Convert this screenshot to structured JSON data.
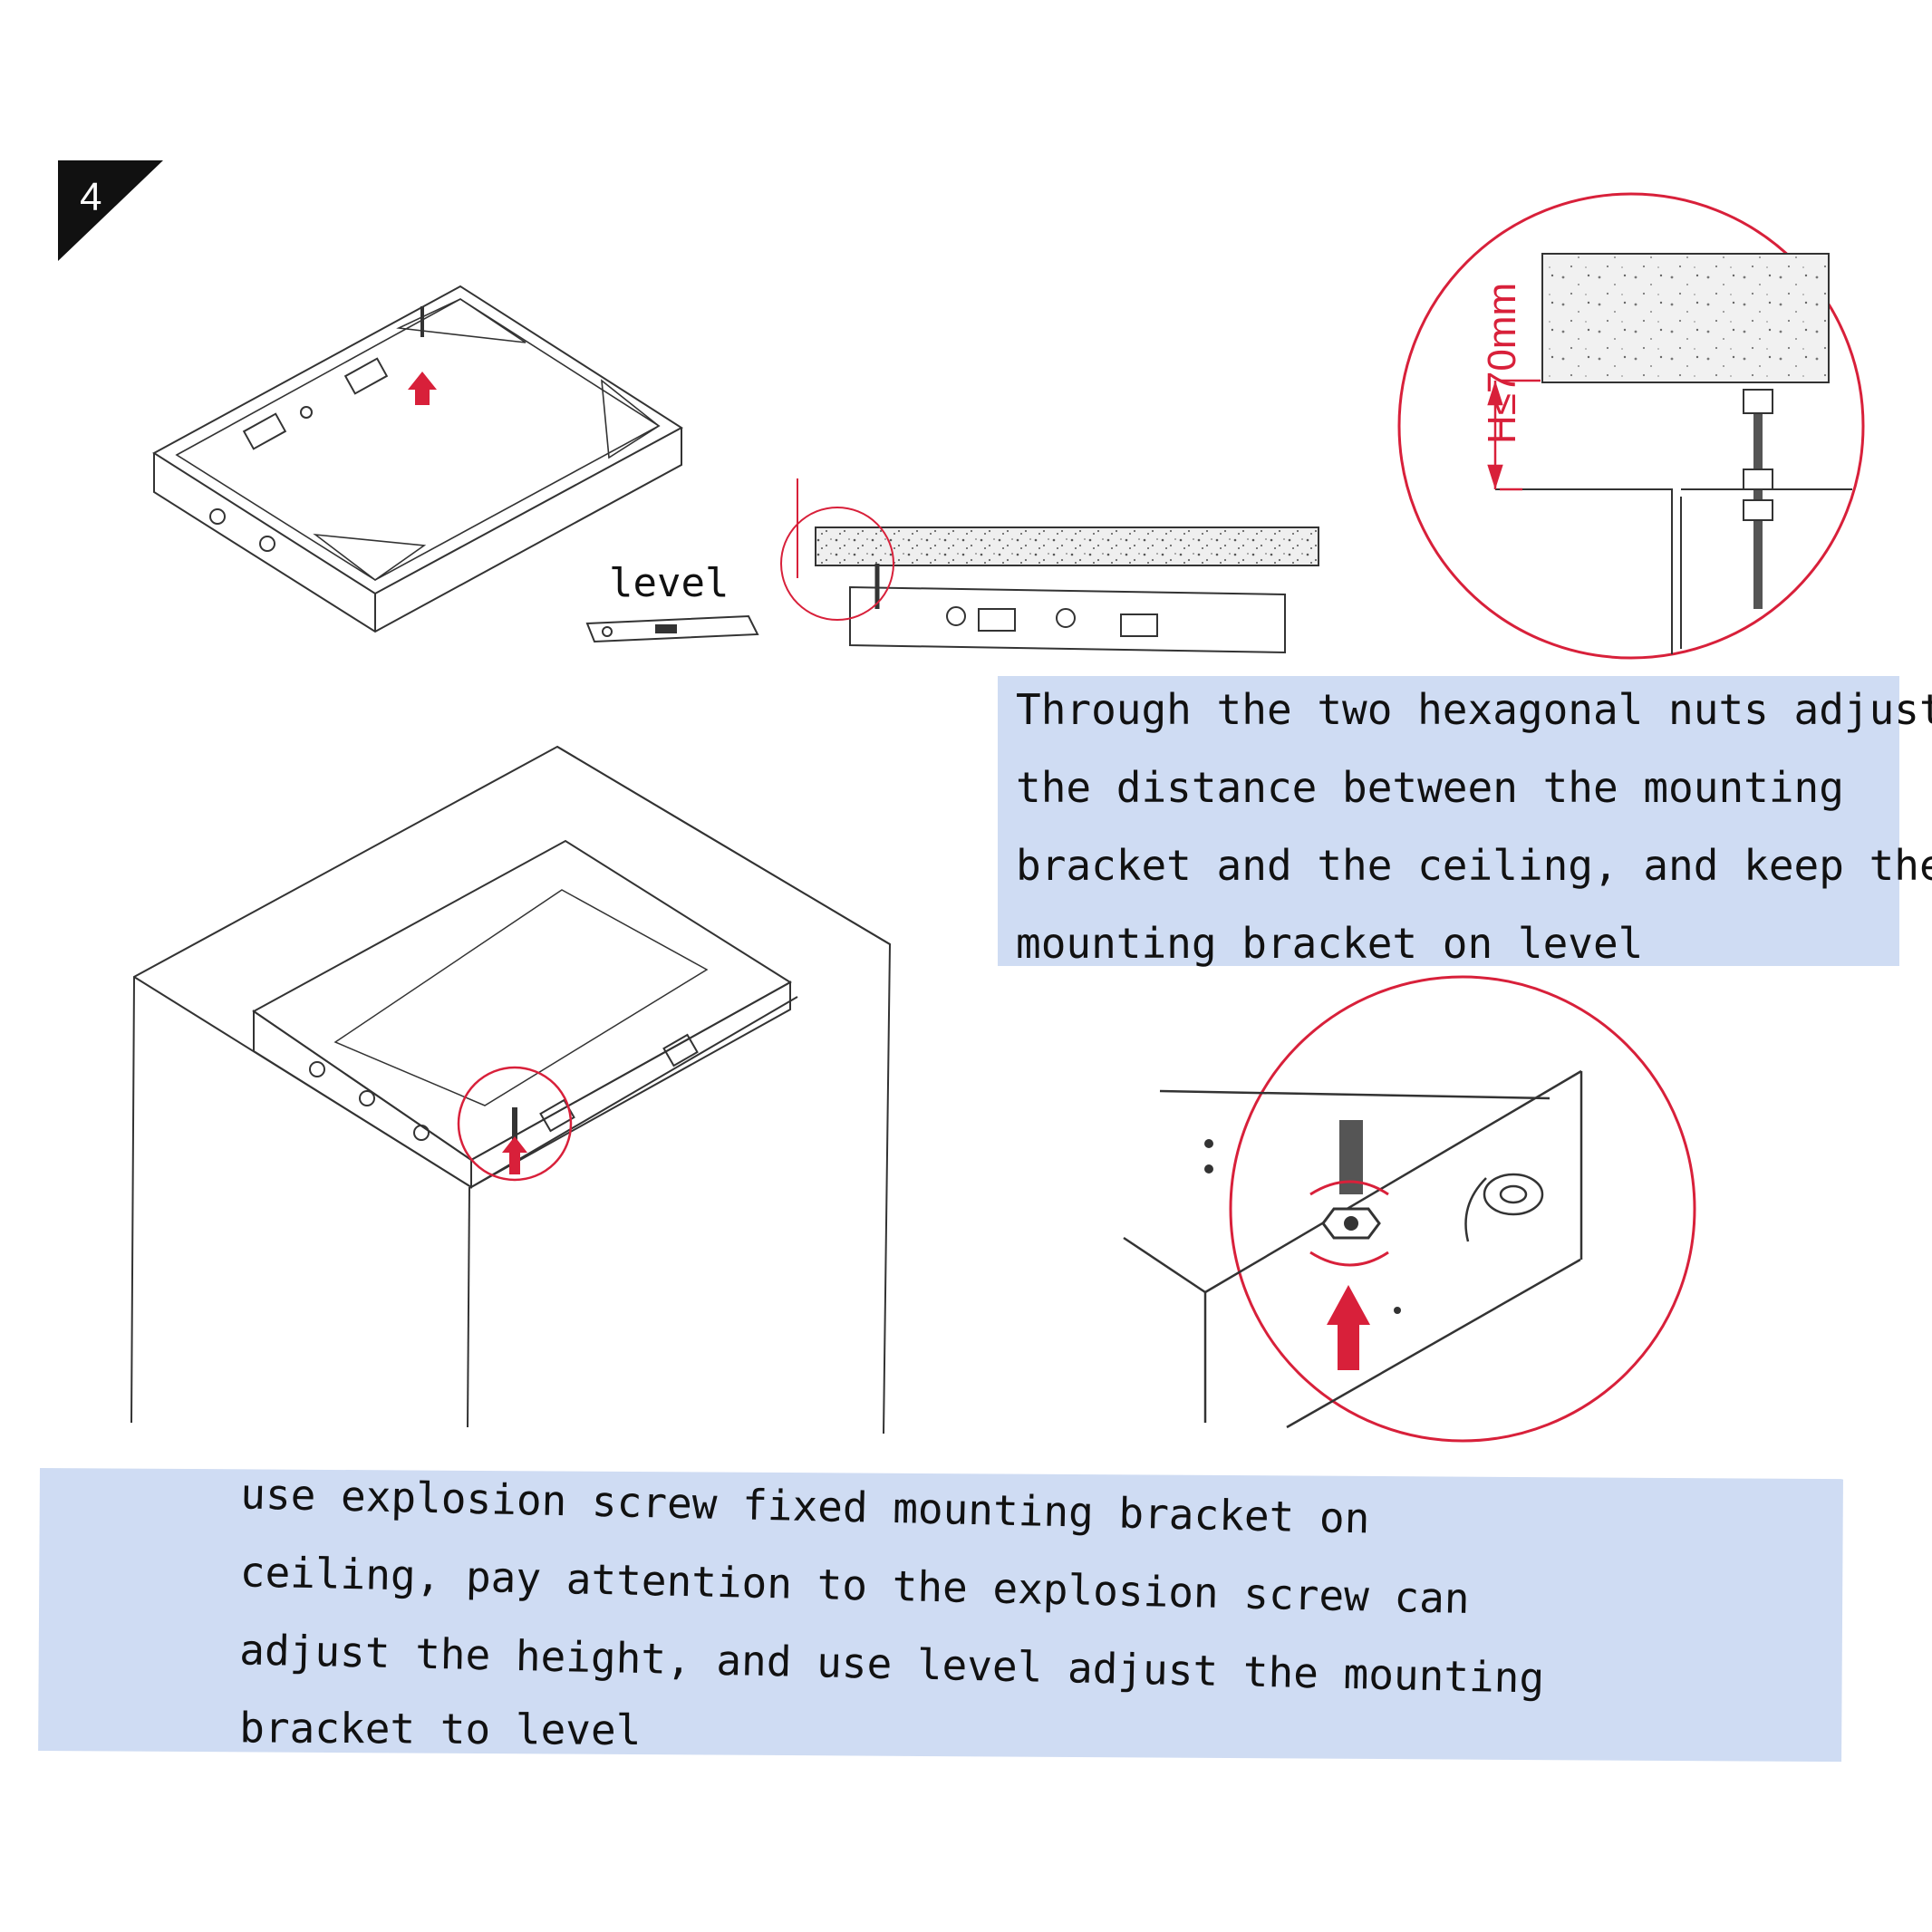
{
  "step": {
    "number": "4"
  },
  "labels": {
    "level": "level",
    "height_spec": "H≤70mm"
  },
  "captions": {
    "adjust_nuts": [
      "Through the two hexagonal nuts adjust",
      "the distance between the mounting",
      "bracket and the ceiling, and keep the",
      "mounting bracket on level"
    ],
    "explosion_screw": [
      "use explosion screw fixed mounting bracket on",
      "ceiling, pay attention to the explosion screw can",
      "adjust the height, and use level adjust the mounting",
      "bracket to level"
    ]
  },
  "colors": {
    "accent_red": "#d8203a",
    "caption_bg": "#cfdcf3",
    "line": "#333333"
  }
}
